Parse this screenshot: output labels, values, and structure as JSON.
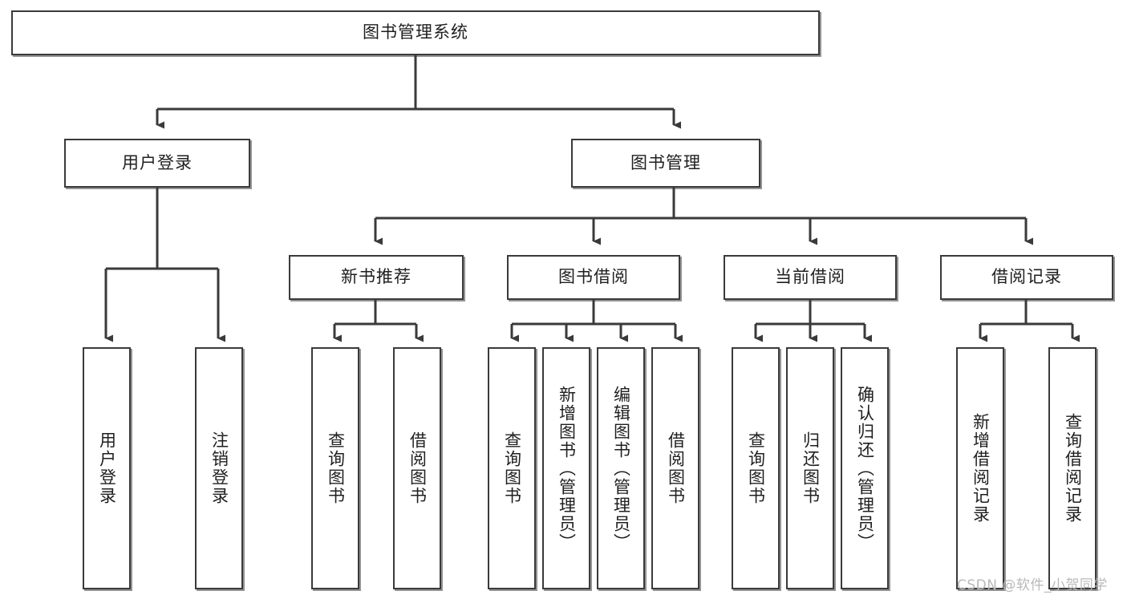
{
  "diagram": {
    "title": "图书管理系统",
    "type": "tree-hierarchy-diagram",
    "colors": {
      "background": "#ffffff",
      "border": "#3a3a3a",
      "text": "#1f1f1f",
      "edge": "#3a3a3a",
      "watermark": "#b9b9b9"
    },
    "root": {
      "label": "图书管理系统"
    },
    "level1": [
      {
        "label": "用户登录"
      },
      {
        "label": "图书管理"
      }
    ],
    "level2": [
      {
        "label": "新书推荐"
      },
      {
        "label": "图书借阅"
      },
      {
        "label": "当前借阅"
      },
      {
        "label": "借阅记录"
      }
    ],
    "leaves": {
      "user_login": [
        {
          "label": "用户登录"
        },
        {
          "label": "注销登录"
        }
      ],
      "new_book_recommend": [
        {
          "label": "查询图书"
        },
        {
          "label": "借阅图书"
        }
      ],
      "book_borrow": [
        {
          "label": "查询图书"
        },
        {
          "label": "新增图书（管理员）"
        },
        {
          "label": "编辑图书（管理员）"
        },
        {
          "label": "借阅图书"
        }
      ],
      "current_borrow": [
        {
          "label": "查询图书"
        },
        {
          "label": "归还图书"
        },
        {
          "label": "确认归还（管理员）"
        }
      ],
      "borrow_record": [
        {
          "label": "新增借阅记录"
        },
        {
          "label": "查询借阅记录"
        }
      ]
    }
  },
  "watermark": {
    "text": "CSDN @软件_小贺同学"
  }
}
